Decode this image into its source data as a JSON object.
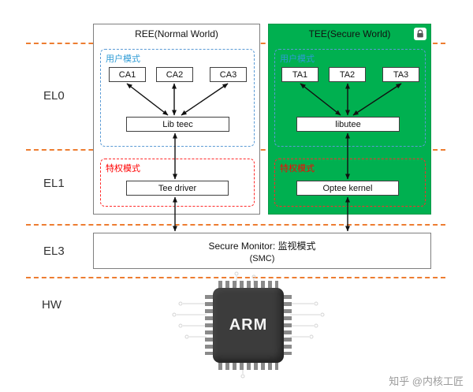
{
  "levels": [
    {
      "label": "EL0"
    },
    {
      "label": "EL1"
    },
    {
      "label": "EL3"
    },
    {
      "label": "HW"
    }
  ],
  "ree": {
    "title": "REE(Normal World)",
    "user_mode_label": "用户模式",
    "apps": [
      "CA1",
      "CA2",
      "CA3"
    ],
    "lib": "Lib teec",
    "priv_mode_label": "特权模式",
    "kernel": "Tee driver"
  },
  "tee": {
    "title": "TEE(Secure World)",
    "user_mode_label": "用户模式",
    "apps": [
      "TA1",
      "TA2",
      "TA3"
    ],
    "lib": "libutee",
    "priv_mode_label": "特权模式",
    "kernel": "Optee kernel"
  },
  "monitor": {
    "title": "Secure Monitor: 监视模式",
    "subtitle": "(SMC)"
  },
  "chip": {
    "label": "ARM"
  },
  "watermark": "知乎 @内核工匠",
  "colors": {
    "tee_green": "#00b050",
    "boundary_orange": "#ed7d31",
    "user_mode_blue": "#2e9bd5",
    "priv_mode_red": "#ff0000"
  }
}
